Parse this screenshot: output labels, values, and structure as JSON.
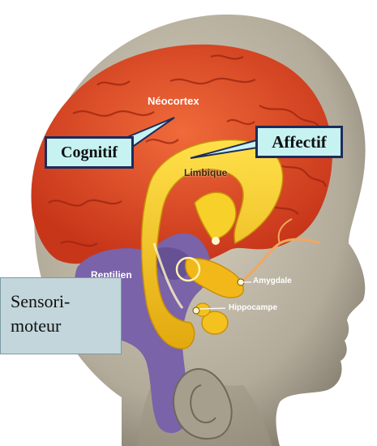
{
  "labels": {
    "neocortex": "Néocortex",
    "limbique": "Limbique",
    "reptilien": "Reptilien",
    "amygdale": "Amygdale",
    "hippocampe": "Hippocampe"
  },
  "callouts": {
    "affectif": "Affectif",
    "cognitif": "Cognitif",
    "sensori_line1": "Sensori-",
    "sensori_line2": "moteur"
  },
  "colors": {
    "head": "#b9b2a2",
    "neocortex": "#e04a22",
    "limbic": "#f2c21c",
    "reptilian": "#7a63a8",
    "callout_fill": "#c7f2f2",
    "callout_border": "#1d2b5a",
    "sensori_fill": "#c2d6db"
  }
}
